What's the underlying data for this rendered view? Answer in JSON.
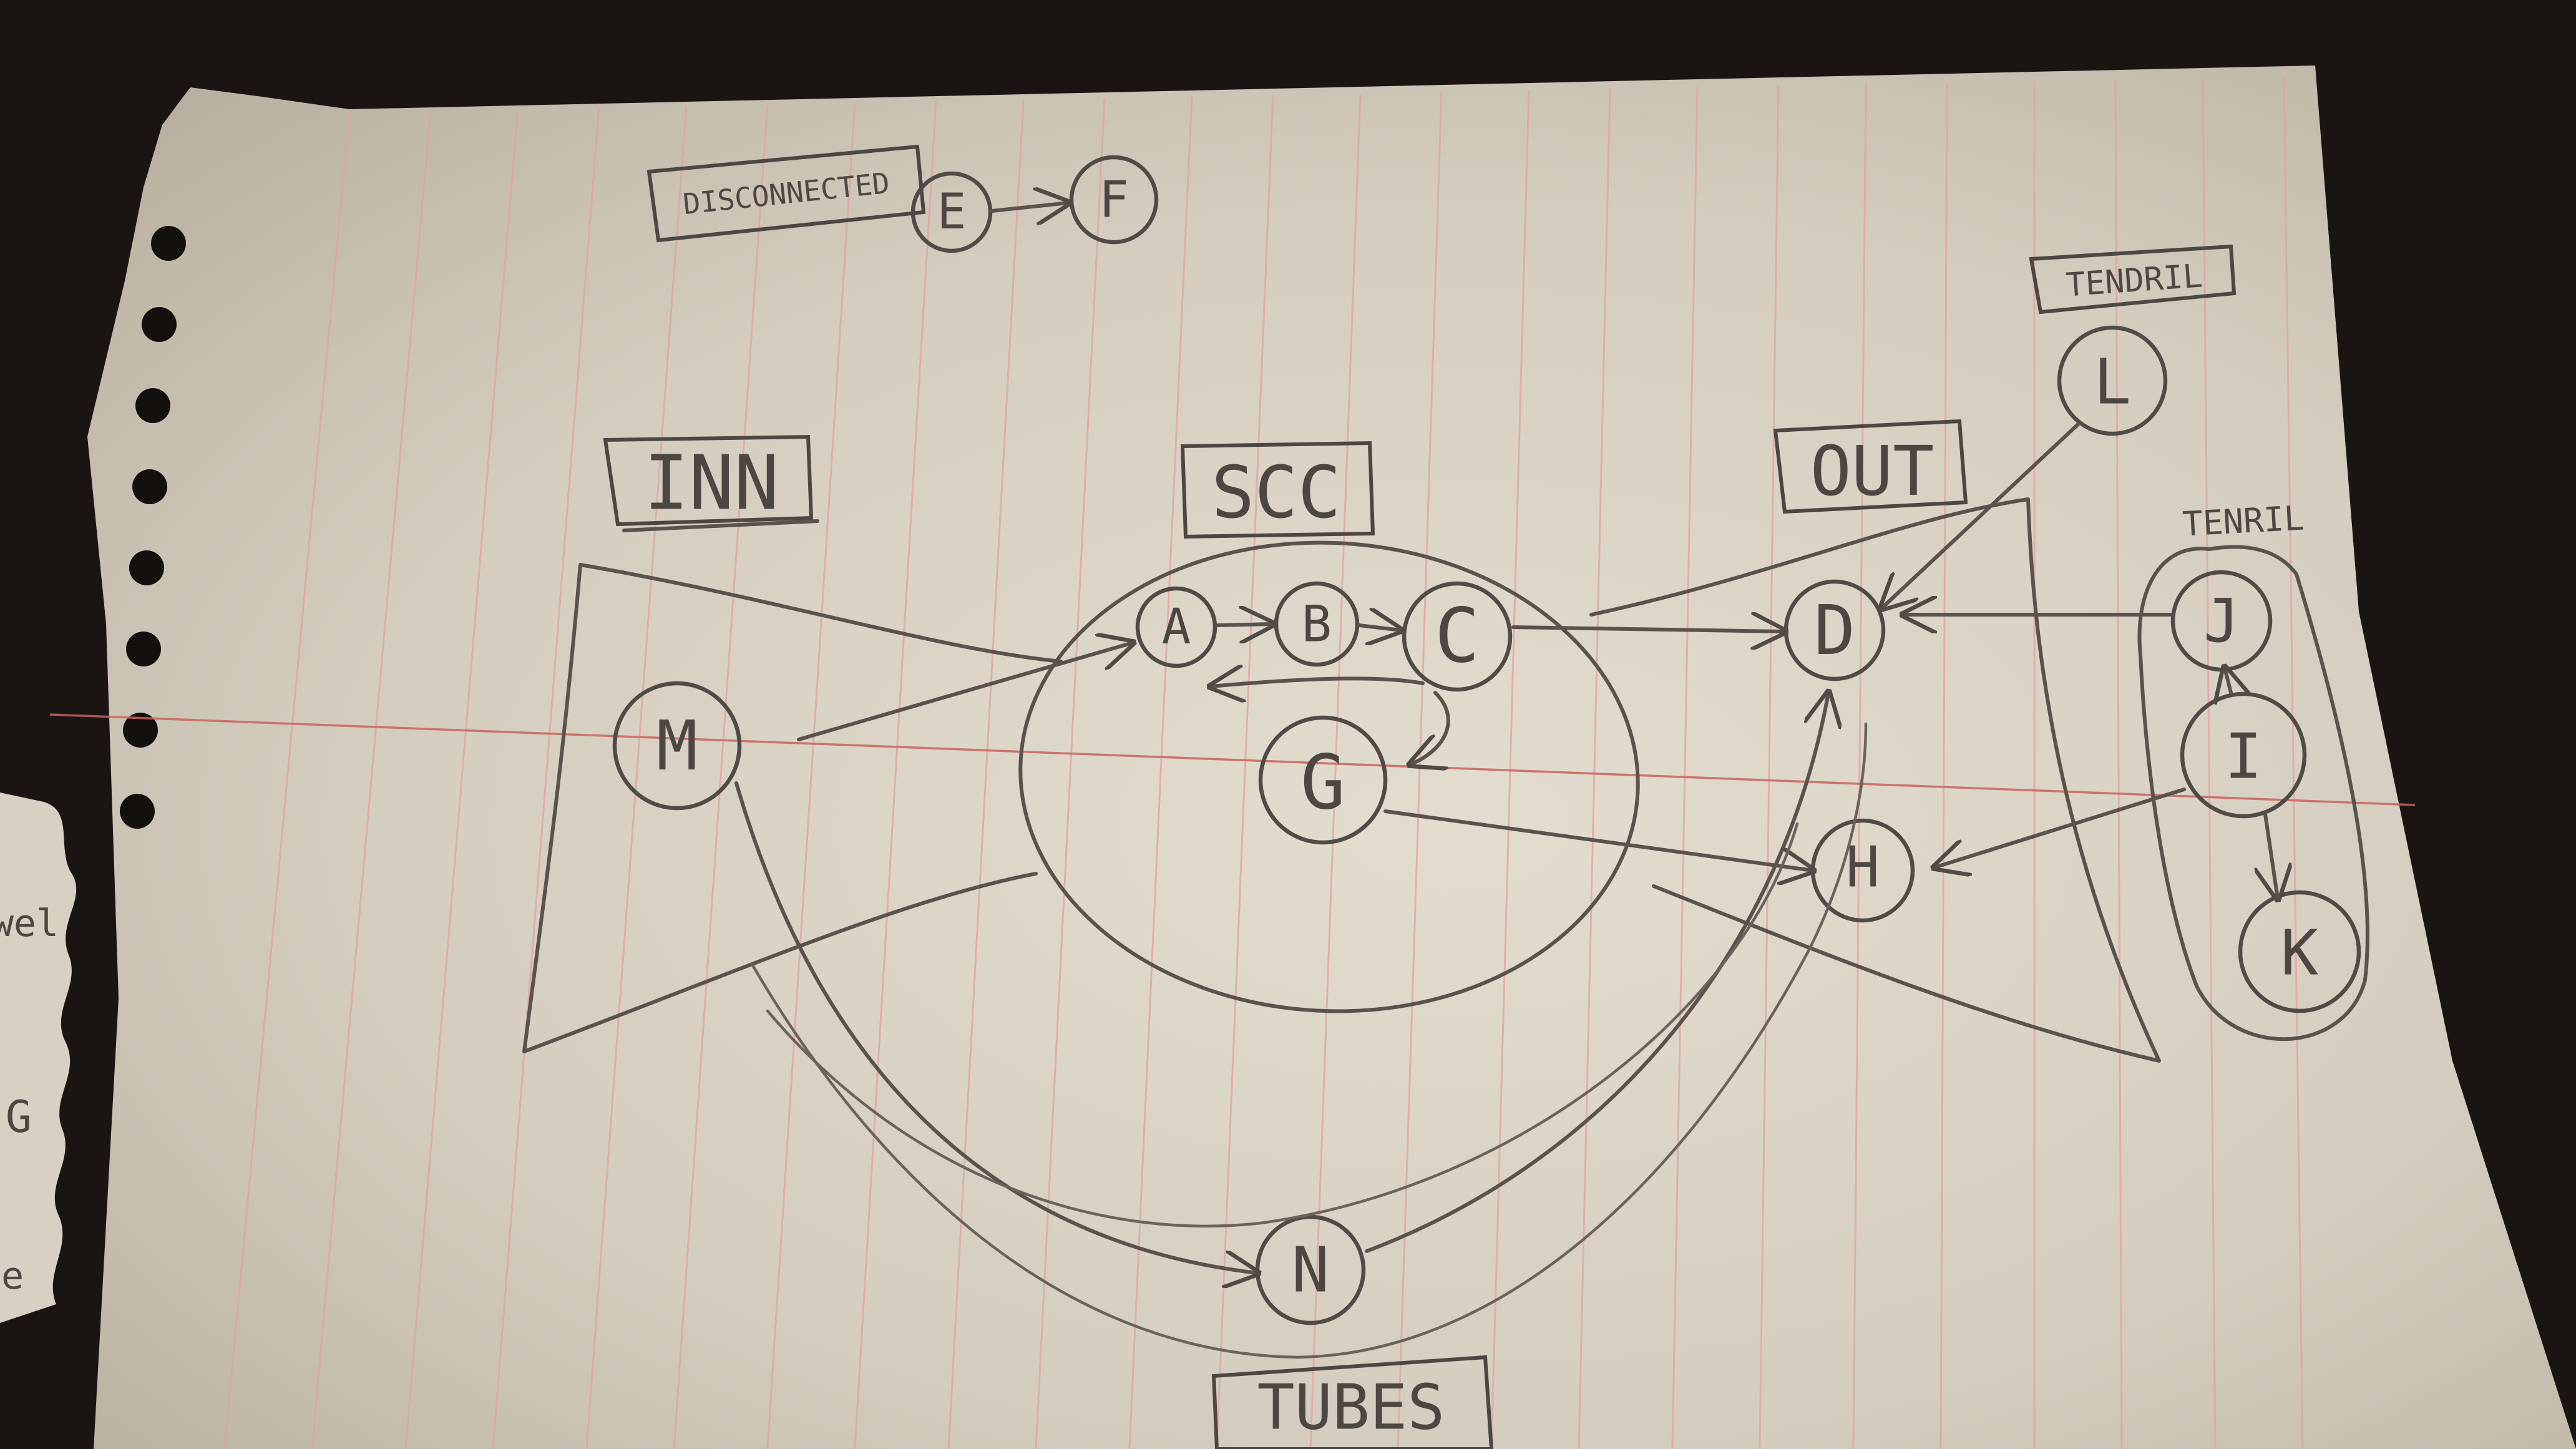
{
  "diagram": {
    "labels": {
      "disconnected": "DISCONNECTED",
      "inn": "INN",
      "scc": "SCC",
      "out": "OUT",
      "tendril": "TENDRIL",
      "tenril": "TENRIL",
      "tubes": "TUBES"
    },
    "nodes": {
      "A": "A",
      "B": "B",
      "C": "C",
      "D": "D",
      "E": "E",
      "F": "F",
      "G": "G",
      "H": "H",
      "I": "I",
      "J": "J",
      "K": "K",
      "L": "L",
      "M": "M",
      "N": "N"
    },
    "edges": [
      [
        "E",
        "F"
      ],
      [
        "A",
        "B"
      ],
      [
        "B",
        "C"
      ],
      [
        "C",
        "A"
      ],
      [
        "C",
        "G"
      ],
      [
        "M",
        "A"
      ],
      [
        "C",
        "D"
      ],
      [
        "G",
        "H"
      ],
      [
        "L",
        "D"
      ],
      [
        "J",
        "D"
      ],
      [
        "I",
        "J"
      ],
      [
        "I",
        "H"
      ],
      [
        "I",
        "K"
      ],
      [
        "M",
        "N"
      ],
      [
        "N",
        "D"
      ]
    ],
    "margin_fragments": [
      "wel",
      "G",
      "e"
    ],
    "colors": {
      "paper": "#d9d3c6",
      "red_rule": "#c9635f",
      "blue_rule": "#e6a7a7",
      "pencil": "#524c46",
      "background": "#1a1512"
    }
  }
}
